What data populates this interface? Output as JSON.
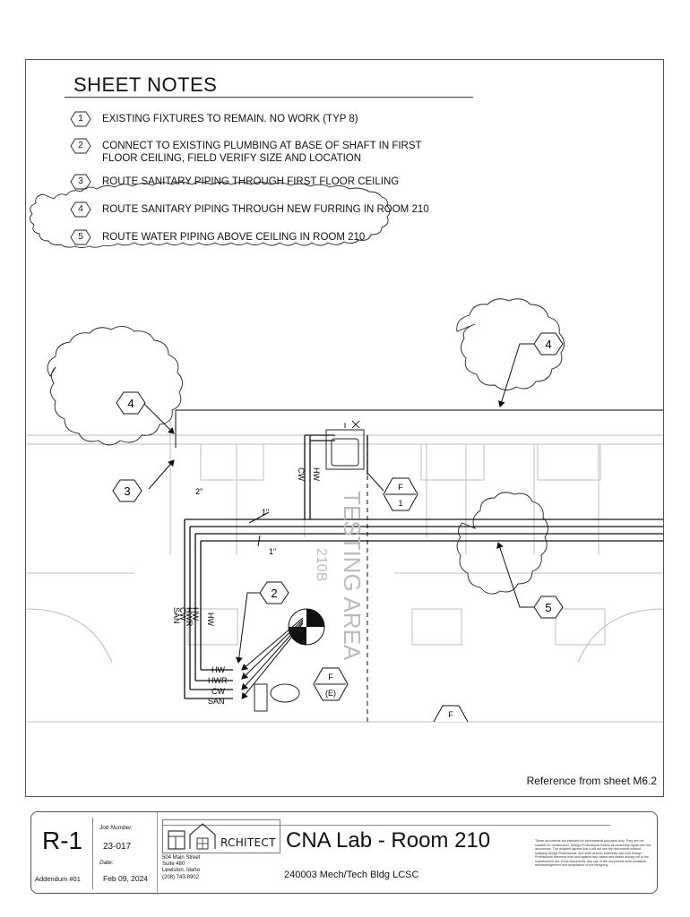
{
  "sheet_notes": {
    "title": "SHEET NOTES",
    "items": [
      {
        "num": "1",
        "text": "EXISTING FIXTURES TO REMAIN. NO WORK (TYP 8)"
      },
      {
        "num": "2",
        "text": "CONNECT TO EXISTING PLUMBING AT BASE OF SHAFT IN FIRST FLOOR CEILING, FIELD VERIFY SIZE AND LOCATION"
      },
      {
        "num": "3",
        "text": "ROUTE SANITARY PIPING THROUGH FIRST FLOOR CEILING"
      },
      {
        "num": "4",
        "text": "ROUTE SANITARY PIPING THROUGH NEW FURRING IN ROOM 210"
      },
      {
        "num": "5",
        "text": "ROUTE WATER PIPING ABOVE CEILING IN ROOM 210"
      }
    ]
  },
  "drawing": {
    "tags": {
      "left4": "4",
      "left3": "3",
      "right4": "4",
      "right5": "5",
      "center2": "2",
      "fixture_f1_top": "F",
      "fixture_f1_bottom": "1",
      "fixture_fe_top": "F",
      "fixture_fe_bottom": "(E)",
      "fixture_f_partial": "F"
    },
    "room_name": "TESTING AREA",
    "room_number": "210B",
    "pipe_labels": {
      "hw_top": "HW",
      "cw_top": "CW",
      "size_2": "2\"",
      "size_1a": "1\"",
      "size_1b": "1\"",
      "stack_hw": "HW",
      "stack_hwr": "HWR",
      "stack_cw": "CW",
      "stack_san": "SAN",
      "stack_hw2": "HW",
      "conn_hw": "HW",
      "conn_hwr": "HWR",
      "conn_cw": "CW",
      "conn_san": "SAN"
    }
  },
  "reference": "Reference from sheet M6.2",
  "title_block": {
    "sheet_number": "R-1",
    "addendum": "Addendum #01",
    "job_label": "Job Number:",
    "job_number": "23-017",
    "date_label": "Date:",
    "date": "Feb 09, 2024",
    "logo_text": "RCHITECT",
    "address_lines": [
      "504 Main Street",
      "Suite 480",
      "Lewiston, Idaho",
      "(208) 743-8902"
    ],
    "project_title": "CNA Lab - Room 210",
    "project_subtitle": "240003 Mech/Tech Bldg LCSC",
    "disclaimer": "These documents are intended for informational purposes only. They are not suitable for construction. Design Professional retains all ownership rights over the documents. The recipient agrees that it will not use the documents without notifying Design Professional, and shall defend, indemnify and hold Design Professional harmless from and against any claims and losses arising out of the unauthorized use of the documents. Any use of the documents shall constitute acknowledgement and acceptance of the foregoing."
  }
}
